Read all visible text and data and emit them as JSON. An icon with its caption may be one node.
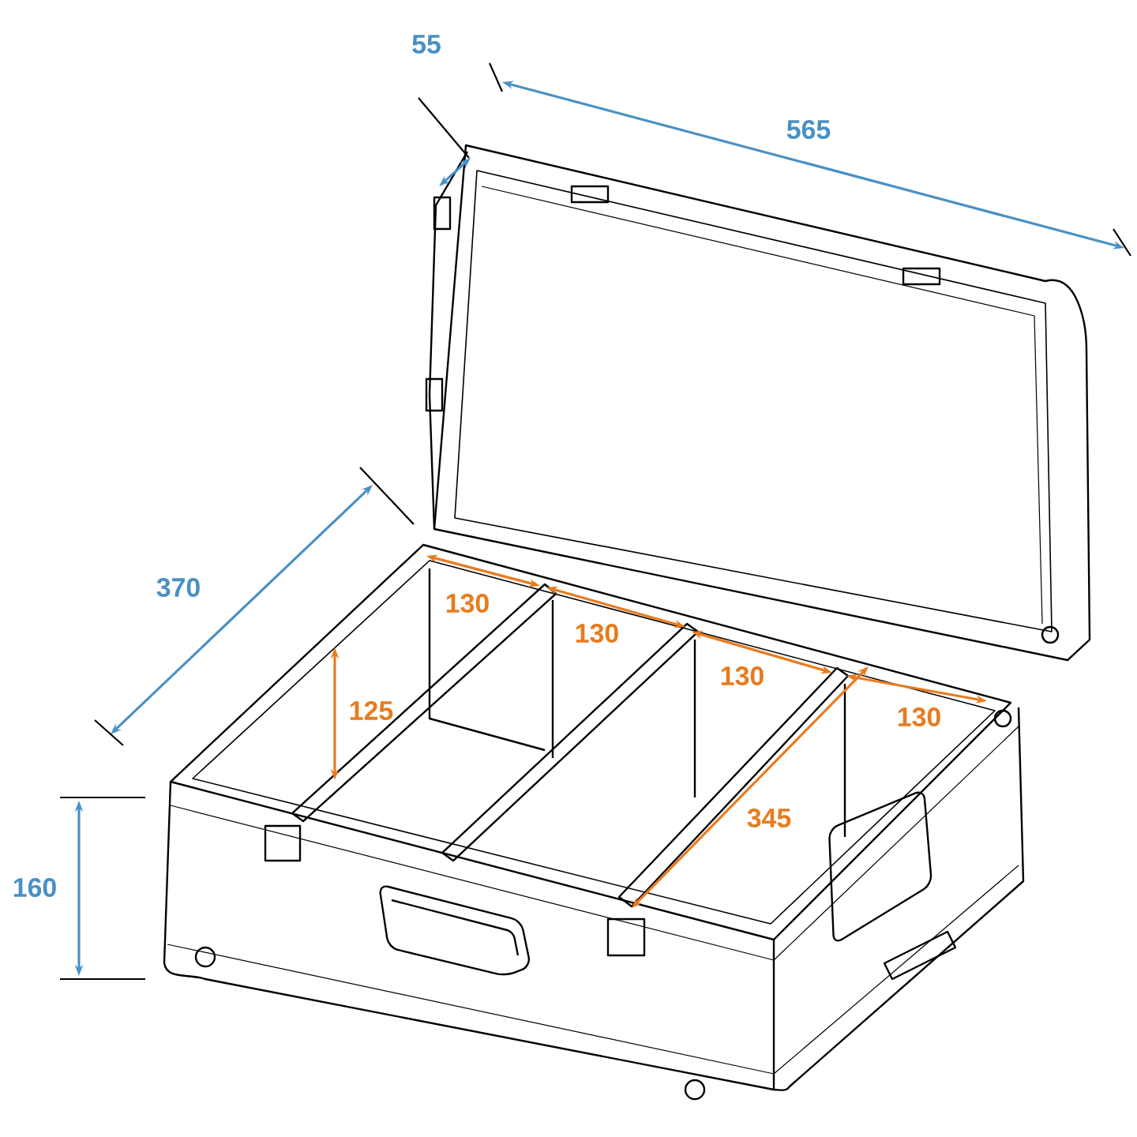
{
  "diagram": {
    "labels": [
      "55",
      "565",
      "370",
      "130",
      "130",
      "125",
      "130",
      "130",
      "345",
      "160"
    ]
  }
}
